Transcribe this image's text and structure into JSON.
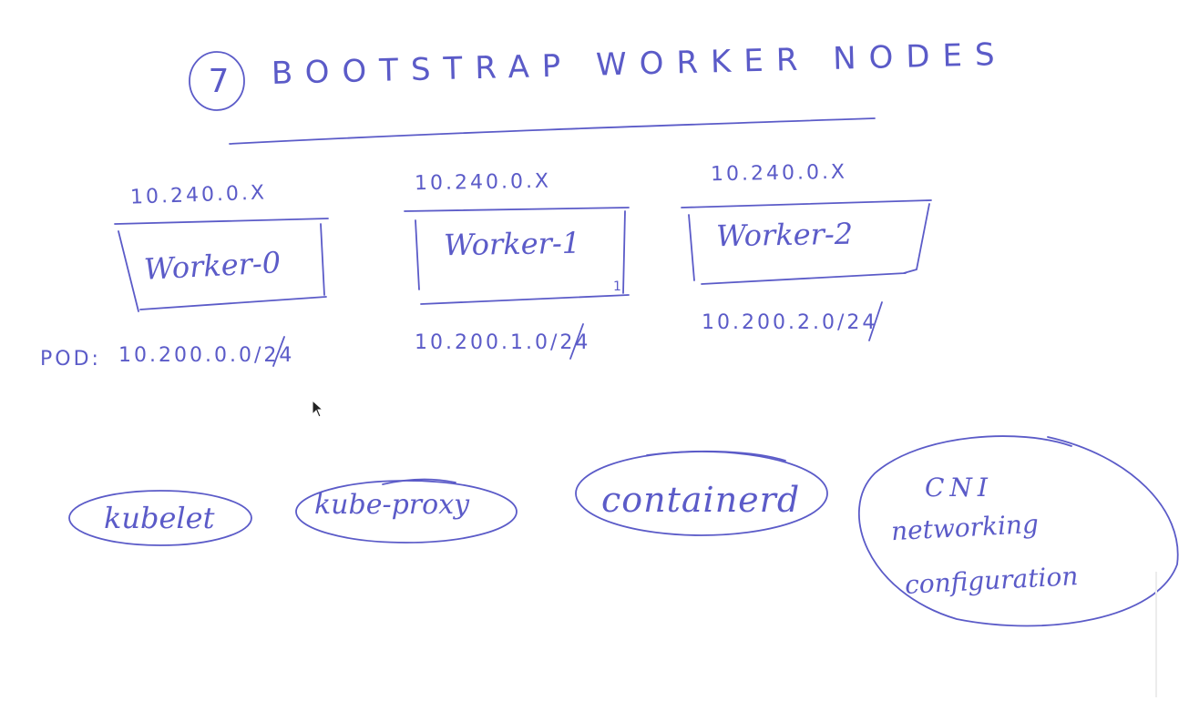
{
  "heading": {
    "step_number": "7",
    "title": "BOOTSTRAP WORKER NODES"
  },
  "nodes": [
    {
      "ip": "10.240.0.X",
      "label": "Worker-0",
      "pod_cidr": "10.200.0.0/24"
    },
    {
      "ip": "10.240.0.X",
      "label": "Worker-1",
      "pod_cidr": "10.200.1.0/24"
    },
    {
      "ip": "10.240.0.X",
      "label": "Worker-2",
      "pod_cidr": "10.200.2.0/24"
    }
  ],
  "pod_prefix": "POD:",
  "worker1_mark": "1",
  "components": {
    "kubelet": "kubelet",
    "kube_proxy": "kube-proxy",
    "containerd": "containerd",
    "cni_lines": [
      "CNI",
      "networking",
      "configuration"
    ]
  },
  "ink_color": "#5b5bc8"
}
